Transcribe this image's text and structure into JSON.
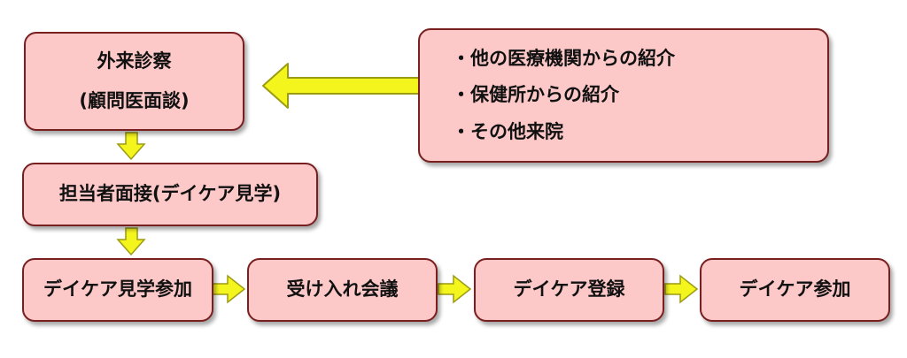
{
  "nodes": {
    "outpatient": {
      "line1": "外来診察",
      "line2": "(顧問医面談)"
    },
    "interview": "担当者面接(デイケア見学)",
    "referrals": [
      "・他の医療機関からの紹介",
      "・保健所からの紹介",
      "・その他来院"
    ],
    "tour_participation": "デイケア見学参加",
    "acceptance_meeting": "受け入れ会議",
    "registration": "デイケア登録",
    "participation": "デイケア参加"
  },
  "colors": {
    "box_fill": "#fcc8c8",
    "box_border": "#7a1f1f",
    "arrow_fill": "#f5f51e",
    "arrow_stroke": "#9b9b14"
  }
}
